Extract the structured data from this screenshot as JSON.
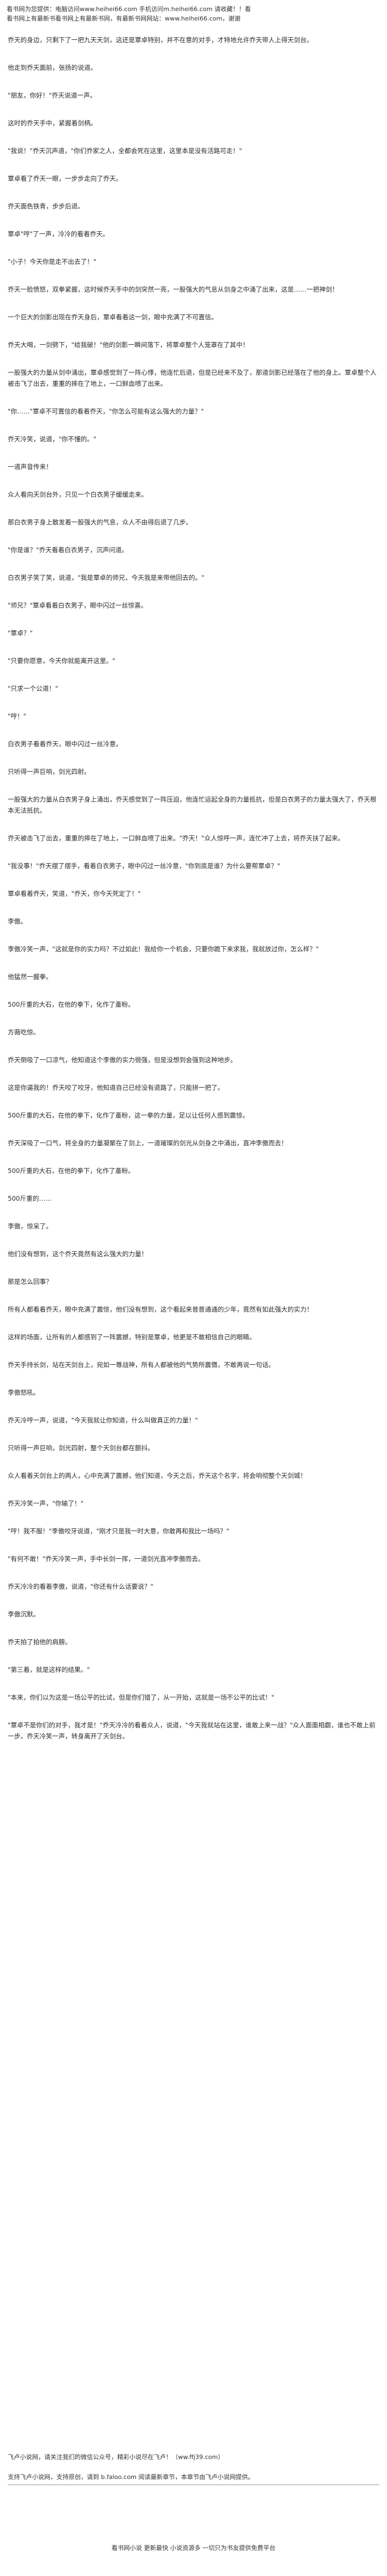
{
  "banner": {
    "line1": "看书网为您提供：电脑访问www.heihei66.com  手机访问m.heihei66.com 请收藏！！看",
    "line2": "看书网上有最新书看书网上有最新书网，有最新书网网站：www.heihei66.com，谢谢"
  },
  "paragraphs": [
    "乔天的身边，只剩下了一把九天天剑，这还是覃卓特别，并不在意的对手，才特地允许乔天带人上得天剑台。",
    "他走到乔天面前，张扬的说道。",
    "\"朋友，你好！\"乔天说道一声。",
    "这时的乔天手中，紧握着剑柄。",
    "\"我说！\"乔天沉声道，\"你们乔家之人，全都会死在这里，这里本是没有活路可走！\"",
    "覃卓看了乔天一眼，一步步走向了乔天。",
    "乔天面色铁青，步步后退。",
    "覃卓\"哼\"了一声，冷冷的看着乔天。",
    "\"小子！今天你是走不出去了！\"",
    "乔天一脸愤怒，双拳紧握，这时候乔天手中的剑突然一亮，一股强大的气息从剑身之中涌了出来，这是……一把神剑！",
    "一个巨大的剑影出现在乔天身后，覃卓看着这一剑，眼中充满了不可置信。",
    "乔天大喝，一剑劈下，\"给我破！\"他的剑影一瞬间落下，将覃卓整个人笼罩在了其中！",
    "一股强大的力量从剑中涌出，覃卓感觉到了一阵心悸，他连忙后退，但是已经来不及了，那道剑影已经落在了他的身上。覃卓整个人被击飞了出去，重重的摔在了地上，一口鲜血喷了出来。",
    "\"你……\"覃卓不可置信的看着乔天，\"你怎么可能有这么强大的力量？\"",
    "乔天冷笑，说道，\"你不懂的。\"",
    "一道声音传来！",
    "众人看向天剑台外，只见一个白衣男子缓缓走来。",
    "那白衣男子身上散发着一股强大的气息，众人不由得后退了几步。",
    "\"你是谁？\"乔天看着白衣男子，沉声问道。",
    "白衣男子笑了笑，说道，\"我是覃卓的师兄，今天我是来带他回去的。\"",
    "\"师兄？\"覃卓看着白衣男子，眼中闪过一丝惊喜。",
    "\"覃卓？\"",
    "\"只要你愿意，今天你就能离开这里。\"",
    "\"只求一个公道！\"",
    "\"哼！\"",
    "白衣男子看着乔天，眼中闪过一丝冷意。",
    "只听得一声巨响，剑光四射。",
    "一股强大的力量从白衣男子身上涌出，乔天感觉到了一阵压迫，他连忙运起全身的力量抵抗，但是白衣男子的力量太强大了，乔天根本无法抵抗。",
    "乔天被击飞了出去，重重的摔在了地上，一口鲜血喷了出来。\"乔天！\"众人惊呼一声，连忙冲了上去，将乔天扶了起来。",
    "\"我没事！\"乔天摆了摆手，看着白衣男子，眼中闪过一丝冷意，\"你到底是谁？为什么要帮覃卓？\"",
    "覃卓看着乔天，笑道，\"乔天，你今天死定了！\"",
    "李傲。",
    "李傲冷笑一声，\"这就是你的实力吗？不过如此！我给你一个机会，只要你跪下来求我，我就放过你，怎么样？\"",
    "他猛然一握拳。",
    "500斤重的大石，在他的拳下，化作了齑粉。",
    "方薇吃惊。",
    "乔天倒吸了一口凉气，他知道这个李傲的实力很强，但是没想到会强到这种地步。",
    "这是你逼我的！乔天咬了咬牙，他知道自己已经没有退路了，只能拼一把了。",
    "500斤重的大石，在他的拳下，化作了齑粉，这一拳的力量，足以让任何人感到震惊。",
    "乔天深吸了一口气，将全身的力量凝聚在了剑上，一道璀璨的剑光从剑身之中涌出，直冲李傲而去！",
    "500斤重的大石，在他的拳下，化作了齑粉。",
    "500斤重的……",
    "李傲，惊呆了。",
    "他们没有想到，这个乔天竟然有这么强大的力量！",
    "那是怎么回事？",
    "所有人都看着乔天，眼中充满了震惊，他们没有想到，这个看起来普普通通的少年，竟然有如此强大的实力！",
    "这样的场面，让所有的人都感到了一阵震撼，特别是覃卓，他更是不敢相信自己的眼睛。",
    "乔天手持长剑，站在天剑台上，宛如一尊战神，所有人都被他的气势所震慑，不敢再说一句话。",
    "李傲怒吼。",
    "乔天冷哼一声，说道，\"今天我就让你知道，什么叫做真正的力量！\"",
    "只听得一声巨响，剑光四射，整个天剑台都在颤抖。",
    "众人看着天剑台上的两人，心中充满了震撼，他们知道，今天之后，乔天这个名字，将会响彻整个天剑城！",
    "乔天冷笑一声，\"你输了！\"",
    "\"哼！我不服！\"李傲咬牙说道，\"刚才只是我一时大意，你敢再和我比一场吗？\"",
    "\"有何不敢！\"乔天冷笑一声，手中长剑一挥，一道剑光直冲李傲而去。",
    "乔天冷冷的看着李傲，说道，\"你还有什么话要说？\"",
    "李傲沉默。",
    "乔天拍了拍他的肩膀。",
    "\"第三着，就是这样的结果。\"",
    "\"本来，你们以为这是一场公平的比试，但是你们错了，从一开始，这就是一场不公平的比试！\"",
    "\"覃卓不是你们的对手，我才是！\"乔天冷冷的看着众人，说道，\"今天我就站在这里，谁敢上来一战？\"众人面面相觑，谁也不敢上前一步。乔天冷笑一声，转身离开了天剑台。"
  ],
  "links": {
    "support": "飞卢小说网，请关注我们的微信公众号，精彩小说尽在飞卢！（ww.ffj39.com）",
    "promo": "支持飞卢小说网，支持原创，请到 b.faloo.com 阅读最新章节，本章节由飞卢小说网提供。"
  },
  "footer": {
    "line1": "看书网小说 更新最快 小说资源多 一切只为书友提供免费平台"
  }
}
